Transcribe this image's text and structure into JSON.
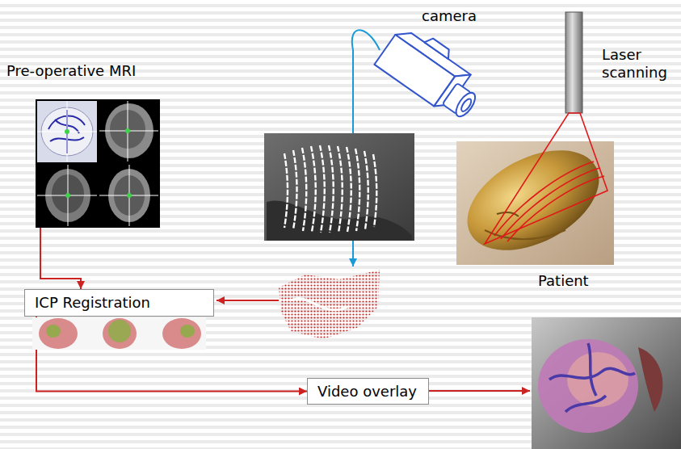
{
  "diagram": {
    "nodes": [
      {
        "text": [
          "Pre-operative MRI"
        ]
      },
      {
        "text": [
          "ICP Registration"
        ]
      },
      {
        "text": [
          "Video overlay"
        ]
      }
    ],
    "edges": [
      {
        "from": 0,
        "to": 1,
        "arrow": "to"
      },
      {
        "from": 1,
        "to": 2,
        "arrow": "to"
      }
    ],
    "labels": [
      "camera",
      "Laser scanning",
      "Patient"
    ]
  }
}
